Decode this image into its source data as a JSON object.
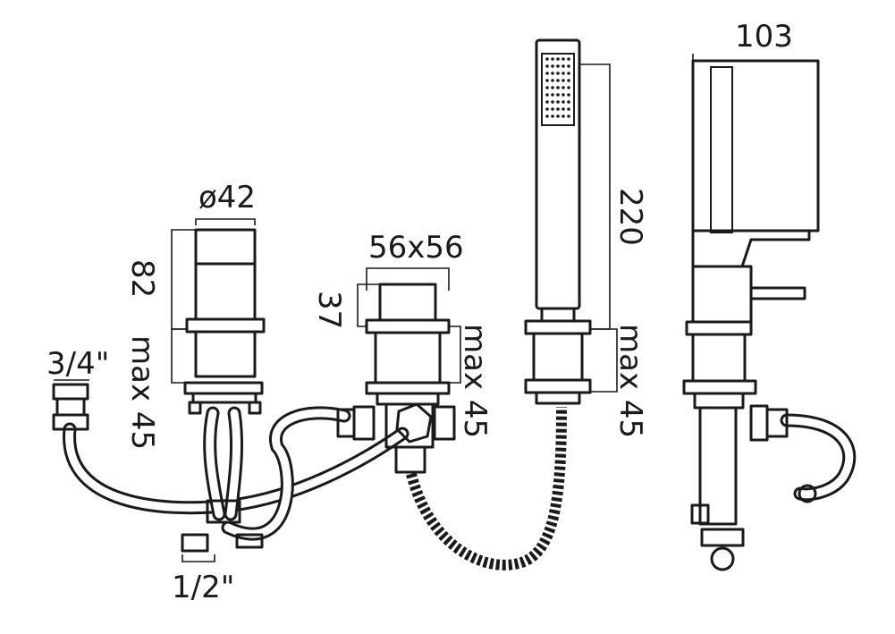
{
  "dimensions": {
    "d103": "103",
    "d220": "220",
    "d42": "ø42",
    "d82": "82",
    "d56": "56x56",
    "d37": "37",
    "max45_a": "max 45",
    "max45_b": "max 45",
    "max45_c": "max 45",
    "thread_34": "3/4\"",
    "thread_12": "1/2\""
  }
}
